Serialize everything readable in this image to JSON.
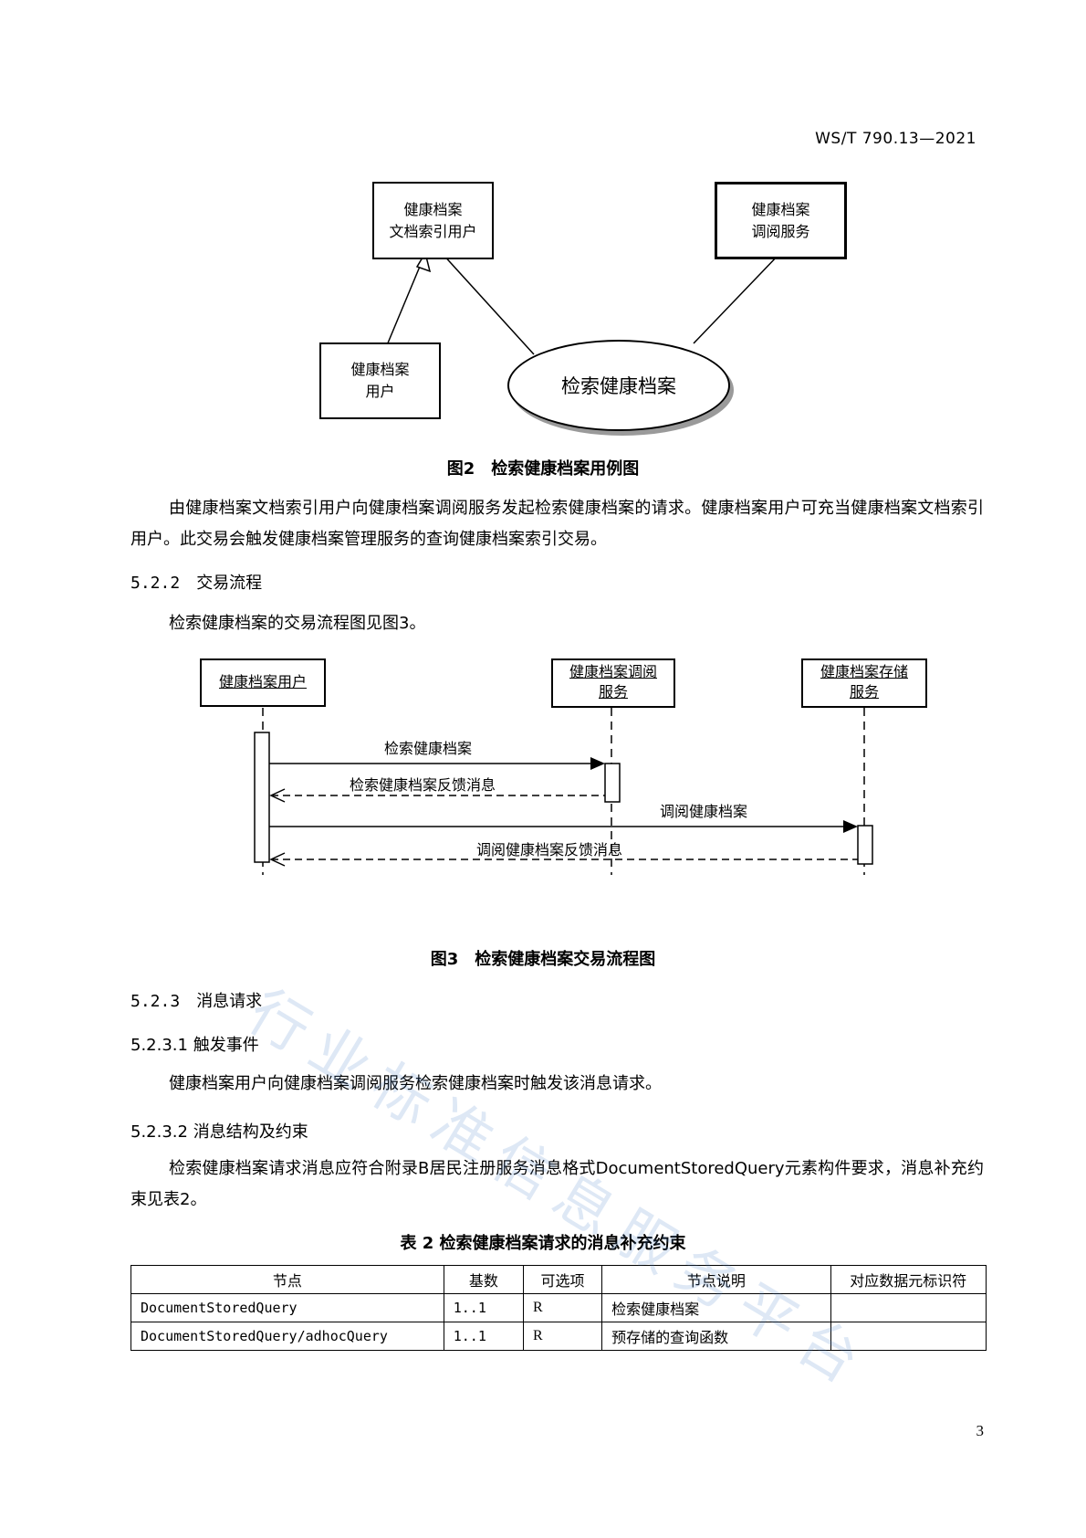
{
  "header": {
    "standard_code": "WS/T 790.13—2021"
  },
  "figure2": {
    "actor_index_user": {
      "line1": "健康档案",
      "line2": "文档索引用户"
    },
    "actor_retrieve_service": {
      "line1": "健康档案",
      "line2": "调阅服务"
    },
    "actor_user": {
      "line1": "健康档案",
      "line2": "用户"
    },
    "use_case": "检索健康档案",
    "caption": "图2　检索健康档案用例图"
  },
  "paragraph1": "由健康档案文档索引用户向健康档案调阅服务发起检索健康档案的请求。健康档案用户可充当健康档案文档索引用户。此交易会触发健康档案管理服务的查询健康档案索引交易。",
  "section_522": {
    "number": "5.2.2",
    "title": "交易流程"
  },
  "paragraph2": "检索健康档案的交易流程图见图3。",
  "figure3": {
    "lifeline_user": "健康档案用户",
    "lifeline_retrieve": {
      "line1": "健康档案调阅",
      "line2": "服务"
    },
    "lifeline_storage": {
      "line1": "健康档案存储",
      "line2": "服务"
    },
    "messages": {
      "m1": "检索健康档案",
      "m2": "检索健康档案反馈消息",
      "m3": "调阅健康档案",
      "m4": "调阅健康档案反馈消息"
    },
    "caption": "图3　检索健康档案交易流程图"
  },
  "section_523": {
    "number": "5.2.3",
    "title": "消息请求"
  },
  "section_5231": {
    "number": "5.2.3.1",
    "title": "触发事件"
  },
  "paragraph3": "健康档案用户向健康档案调阅服务检索健康档案时触发该消息请求。",
  "section_5232": {
    "number": "5.2.3.2",
    "title": "消息结构及约束"
  },
  "paragraph4": "检索健康档案请求消息应符合附录B居民注册服务消息格式DocumentStoredQuery元素构件要求，消息补充约束见表2。",
  "table2": {
    "caption": "表 2  检索健康档案请求的消息补充约束",
    "headers": [
      "节点",
      "基数",
      "可选项",
      "节点说明",
      "对应数据元标识符"
    ],
    "rows": [
      [
        "DocumentStoredQuery",
        "1..1",
        "R",
        "检索健康档案",
        ""
      ],
      [
        "DocumentStoredQuery/adhocQuery",
        "1..1",
        "R",
        "预存储的查询函数",
        ""
      ]
    ]
  },
  "watermark": "行业标准信息服务平台",
  "page_number": "3"
}
